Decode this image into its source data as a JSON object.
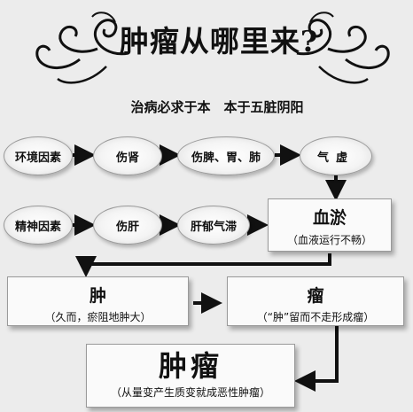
{
  "title": "肿瘤从哪里来?",
  "subtitle": "治病必求于本　本于五脏阴阳",
  "row1": {
    "cause": "环境因素",
    "step1": "伤肾",
    "step2": "伤脾、胃、肺",
    "step3": "气虚"
  },
  "row2": {
    "cause": "精神因素",
    "step1": "伤肝",
    "step2": "肝郁气滞"
  },
  "blood_stasis": {
    "label": "血淤",
    "note": "（血液运行不畅）"
  },
  "swelling": {
    "label": "肿",
    "note": "（久而，瘀阻地肿大）"
  },
  "tumor_stage": {
    "label": "瘤",
    "note": "（“肿”留而不走形成瘤）"
  },
  "tumor": {
    "label": "肿瘤",
    "note": "（从量变产生质变就成恶性肿瘤）"
  }
}
